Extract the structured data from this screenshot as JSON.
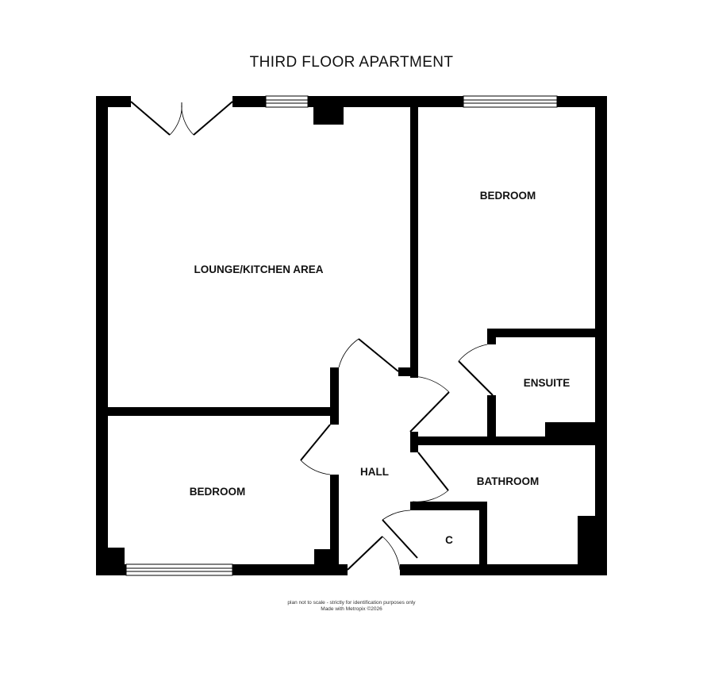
{
  "title": "THIRD FLOOR APARTMENT",
  "rooms": {
    "lounge": "LOUNGE/KITCHEN AREA",
    "bedroom_1": "BEDROOM",
    "bedroom_2": "BEDROOM",
    "ensuite": "ENSUITE",
    "hall": "HALL",
    "bathroom": "BATHROOM",
    "cupboard": "C"
  },
  "footer": {
    "disclaimer": "plan not to scale - strictly for identification purposes only",
    "credit": "Made with Metropix ©2026"
  }
}
